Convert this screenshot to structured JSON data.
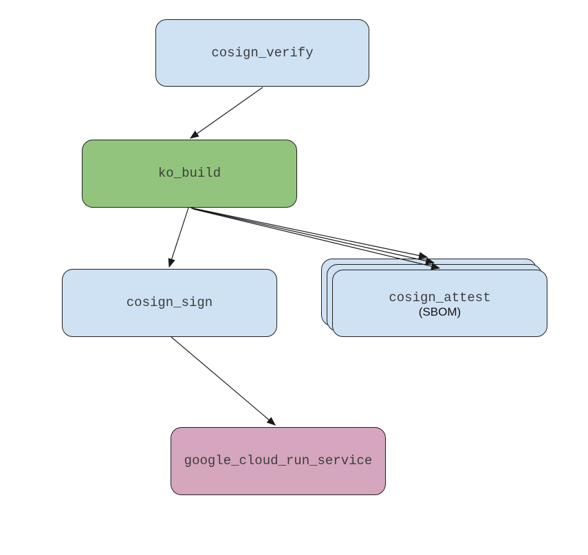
{
  "diagram": {
    "background": "#ffffff",
    "node_border_color": "#1f1f1f",
    "edge_color": "#1a1a1a",
    "label_color": "#3d3d3d",
    "sublabel_color": "#111111",
    "nodes": [
      {
        "id": "cosign_verify",
        "label": "cosign_verify",
        "fill": "#cfe2f3",
        "shape": "rounded-rectangle"
      },
      {
        "id": "ko_build",
        "label": "ko_build",
        "fill": "#93c47d",
        "shape": "rounded-rectangle"
      },
      {
        "id": "cosign_sign",
        "label": "cosign_sign",
        "fill": "#cfe2f3",
        "shape": "rounded-rectangle"
      },
      {
        "id": "cosign_attest",
        "label": "cosign_attest",
        "sublabel": "(SBOM)",
        "fill": "#cfe2f3",
        "shape": "stacked-rounded-rectangle",
        "stack_count": 3
      },
      {
        "id": "google_cloud_run_service",
        "label": "google_cloud_run_service",
        "fill": "#d5a6bd",
        "shape": "rounded-rectangle"
      }
    ],
    "edges": [
      {
        "from": "cosign_verify",
        "to": "ko_build"
      },
      {
        "from": "ko_build",
        "to": "cosign_sign"
      },
      {
        "from": "ko_build",
        "to": "cosign_attest",
        "layer": "back"
      },
      {
        "from": "ko_build",
        "to": "cosign_attest",
        "layer": "middle"
      },
      {
        "from": "ko_build",
        "to": "cosign_attest",
        "layer": "front"
      },
      {
        "from": "cosign_sign",
        "to": "google_cloud_run_service"
      }
    ]
  }
}
